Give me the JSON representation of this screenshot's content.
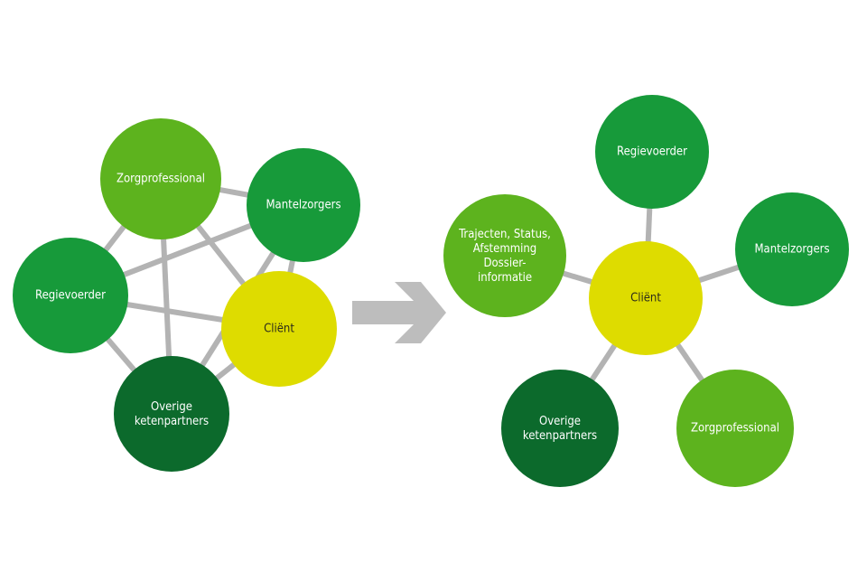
{
  "colors": {
    "edge": "#b3b3b3",
    "arrow": "#bdbdbd",
    "light_green": "#5db31e",
    "medium_green": "#179a3a",
    "dark_green": "#0c6a2c",
    "client_yellow": "#dedc00"
  },
  "left_network": {
    "nodes": [
      {
        "id": "zorgprofessional",
        "label": "Zorgprofessional",
        "color": "#5db31e"
      },
      {
        "id": "mantelzorgers",
        "label": "Mantelzorgers",
        "color": "#179a3a"
      },
      {
        "id": "regievoerder",
        "label": "Regievoerder",
        "color": "#179a3a"
      },
      {
        "id": "client",
        "label": "Cliënt",
        "color": "#dedc00"
      },
      {
        "id": "overige",
        "label": "Overige ketenpartners",
        "color": "#0c6a2c"
      }
    ],
    "connections": "all-to-all"
  },
  "arrow": {
    "icon": "right-arrow-icon"
  },
  "right_network": {
    "center": {
      "id": "client",
      "label": "Cliënt",
      "color": "#dedc00"
    },
    "spokes": [
      {
        "id": "regievoerder",
        "label": "Regievoerder",
        "color": "#179a3a"
      },
      {
        "id": "mantelzorgers",
        "label": "Mantelzorgers",
        "color": "#179a3a"
      },
      {
        "id": "zorgprofessional",
        "label": "Zorgprofessional",
        "color": "#5db31e"
      },
      {
        "id": "overige",
        "label": "Overige ketenpartners",
        "color": "#0c6a2c"
      },
      {
        "id": "dossier",
        "label": "Trajecten, Status, Afstemming Dossier-informatie",
        "color": "#5db31e"
      }
    ]
  }
}
